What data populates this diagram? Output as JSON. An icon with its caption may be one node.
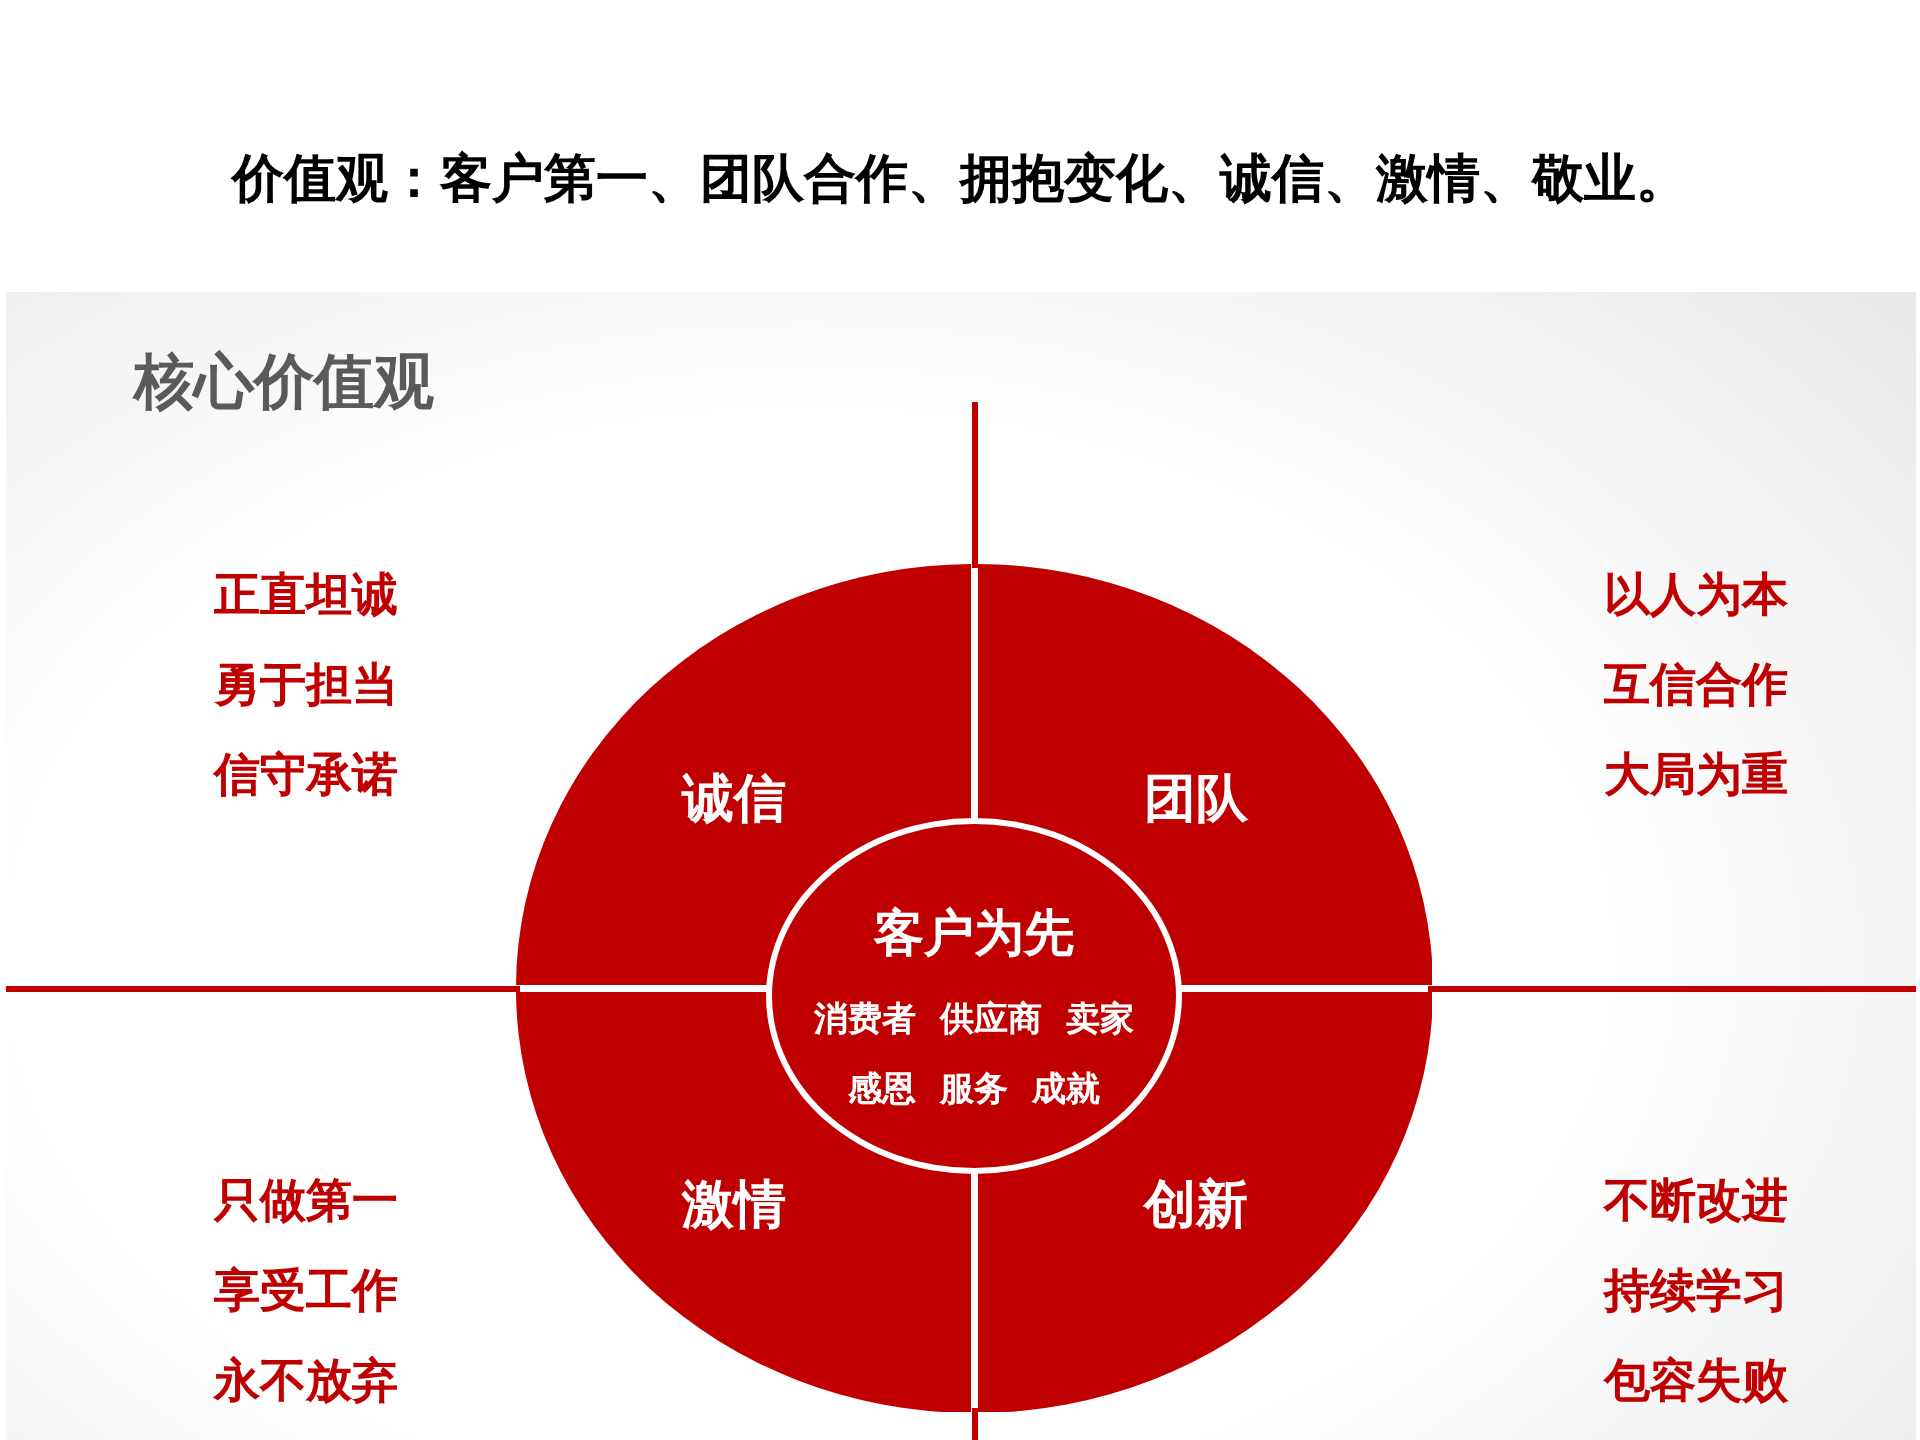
{
  "diagram": {
    "title": "价值观：客户第一、团队合作、拥抱变化、诚信、激情、敬业。",
    "nodes": [
      {
        "text": [
          "诚信"
        ],
        "beside": [
          "正直坦诚",
          "勇于担当",
          "信守承诺"
        ]
      },
      {
        "text": [
          "团队"
        ],
        "beside": [
          "以人为本",
          "互信合作",
          "大局为重"
        ]
      },
      {
        "text": [
          "客户为先",
          "消费者 供应商 卖家",
          "感恩 服务 成就"
        ]
      },
      {
        "text": [
          "激情"
        ],
        "beside": [
          "只做第一",
          "享受工作",
          "永不放弃"
        ]
      },
      {
        "text": [
          "创新"
        ],
        "beside": [
          "不断改进",
          "持续学习",
          "包容失败"
        ]
      }
    ],
    "labels": [
      "核心价值观"
    ]
  }
}
